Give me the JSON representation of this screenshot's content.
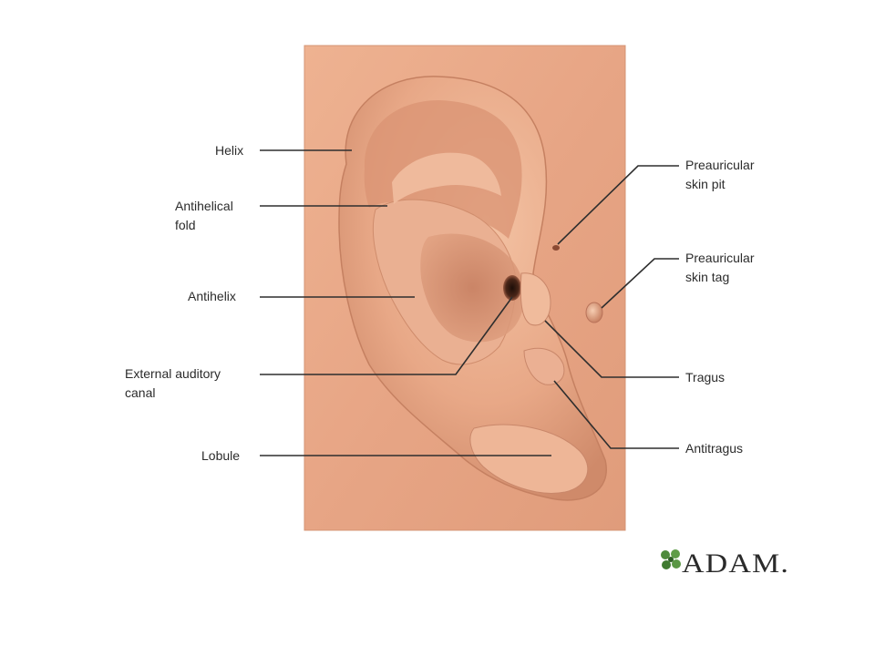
{
  "labels": {
    "helix": "Helix",
    "antihelical_fold": [
      "Antihelical",
      "fold"
    ],
    "antihelix": "Antihelix",
    "external_auditory_canal": [
      "External auditory",
      "canal"
    ],
    "lobule": "Lobule",
    "preauricular_skin_pit": [
      "Preauricular",
      "skin pit"
    ],
    "preauricular_skin_tag": [
      "Preauricular",
      "skin tag"
    ],
    "tragus": "Tragus",
    "antitragus": "Antitragus"
  },
  "logo": {
    "text": "ADAM."
  },
  "colors": {
    "skin_light": "#efb594",
    "skin_mid": "#e3a17f",
    "skin_dark": "#c98364",
    "shadow": "#a9654a",
    "leader_line": "#2e2e2e",
    "logo_green": "#4e8a3c"
  }
}
